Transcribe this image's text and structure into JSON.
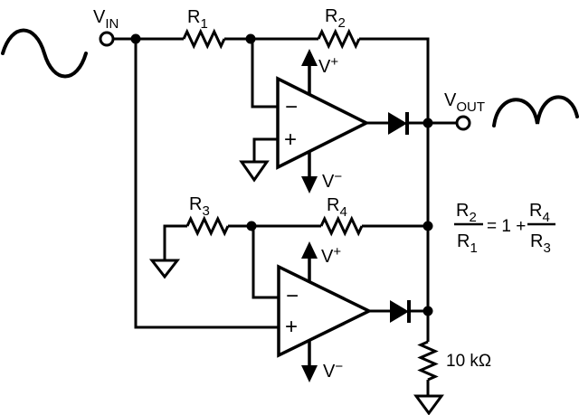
{
  "colors": {
    "ink": "#000000",
    "background": "#ffffff"
  },
  "icons": {
    "input_waveform": "sine-wave-icon",
    "output_waveform": "rectified-wave-icon",
    "ground": "ground-icon",
    "diode": "diode-icon",
    "supply_positive_arrow": "arrow-up-icon",
    "supply_negative_arrow": "arrow-down-icon",
    "junction": "node-dot",
    "terminal": "open-circle-terminal"
  },
  "circuit": {
    "input_label": {
      "base": "V",
      "sub": "IN"
    },
    "output_label": {
      "base": "V",
      "sub": "OUT"
    },
    "resistors": {
      "r1": {
        "base": "R",
        "sub": "1"
      },
      "r2": {
        "base": "R",
        "sub": "2"
      },
      "r3": {
        "base": "R",
        "sub": "3"
      },
      "r4": {
        "base": "R",
        "sub": "4"
      },
      "load_value": "10 kΩ"
    },
    "supplies": {
      "positive": {
        "base": "V",
        "sup": "+"
      },
      "negative": {
        "base": "V",
        "sup": "−"
      }
    },
    "opamp_inputs": {
      "inverting": "−",
      "noninverting": "+"
    },
    "equation": {
      "lhs_numerator": {
        "base": "R",
        "sub": "2"
      },
      "lhs_denominator": {
        "base": "R",
        "sub": "1"
      },
      "relation": "= 1 +",
      "rhs_numerator": {
        "base": "R",
        "sub": "4"
      },
      "rhs_denominator": {
        "base": "R",
        "sub": "3"
      }
    }
  }
}
